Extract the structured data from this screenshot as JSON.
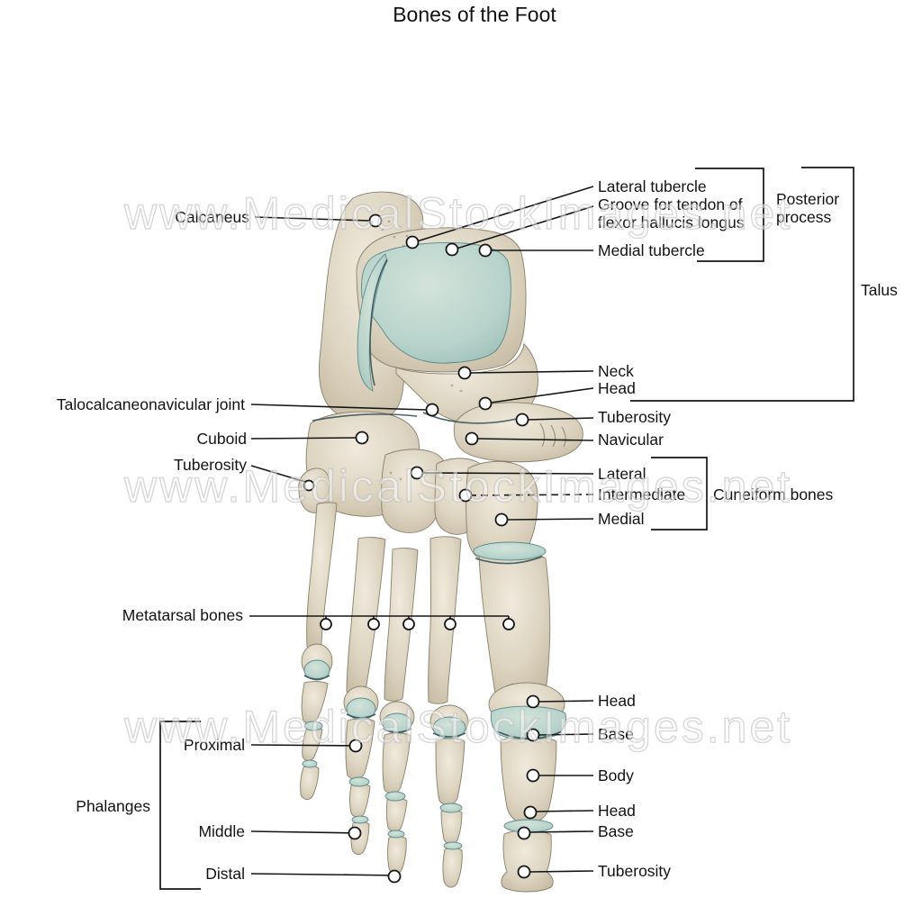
{
  "title": "Bones of the Foot",
  "watermark": "www.MedicalStockImages.net",
  "labels": {
    "calcaneus": "Calcaneus",
    "lateral_tubercle": "Lateral tubercle",
    "groove_for_tendon": "Groove for tendon of flexor hallucis longus",
    "medial_tubercle": "Medial tubercle",
    "posterior_process": "Posterior process",
    "talus": "Talus",
    "neck": "Neck",
    "head_talus": "Head",
    "talocalcaneonavicular_joint": "Talocalcaneonavicular joint",
    "tuberosity_navicular": "Tuberosity",
    "navicular": "Navicular",
    "cuboid": "Cuboid",
    "tuberosity_fifth_metatarsal": "Tuberosity",
    "lateral_cuneiform": "Lateral",
    "intermediate_cuneiform": "Intermediate",
    "medial_cuneiform": "Medial",
    "cuneiform_bones": "Cuneiform bones",
    "metatarsal_bones": "Metatarsal bones",
    "head_first_metatarsal": "Head",
    "base_proximal_phalanx": "Base",
    "body_proximal_phalanx": "Body",
    "head_proximal_phalanx": "Head",
    "base_distal_phalanx": "Base",
    "tuberosity_distal_phalanx": "Tuberosity",
    "phalanges": "Phalanges",
    "proximal": "Proximal",
    "middle": "Middle",
    "distal": "Distal"
  },
  "colors": {
    "bone": "#d9d0bd",
    "bone_light": "#efe9dc",
    "bone_outline": "#8a7f6c",
    "cartilage": "#b7d3cb",
    "cartilage_deep": "#8fb5ae",
    "joint_line": "#2e4a50",
    "leader_line": "#161616",
    "watermark_gray": "#bebebe"
  }
}
